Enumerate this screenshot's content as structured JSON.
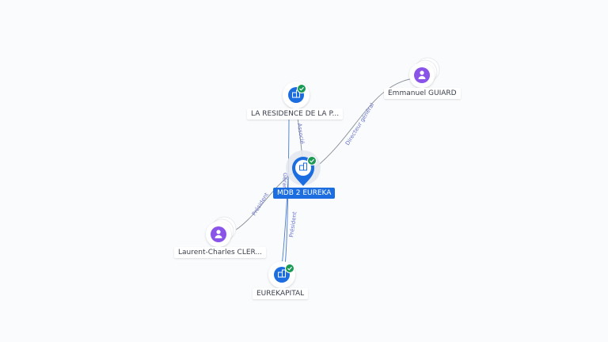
{
  "nodes": {
    "residence": {
      "label": "LA RESIDENCE DE LA P...",
      "type": "company",
      "verified": true
    },
    "guiard": {
      "label": "Emmanuel GUIARD",
      "type": "person"
    },
    "mdb": {
      "label": "MDB 2 EUREKA",
      "type": "company",
      "verified": true,
      "focus": true
    },
    "clerc": {
      "label": "Laurent-Charles CLER...",
      "type": "person"
    },
    "eurekapital": {
      "label": "EUREKAPITAL",
      "type": "company",
      "verified": true
    }
  },
  "edges": {
    "residence_mdb": "Associé",
    "guiard_mdb": "Directeur général",
    "clerc_mdb": "Président",
    "eurekapital_mdb_a": "Gérant",
    "eurekapital_mdb_b": "Président"
  },
  "colors": {
    "company": "#1c6ee0",
    "person": "#8b54e8",
    "verified": "#1a9a54",
    "edge": "#8a9099",
    "edge_label": "#6a74c9"
  }
}
